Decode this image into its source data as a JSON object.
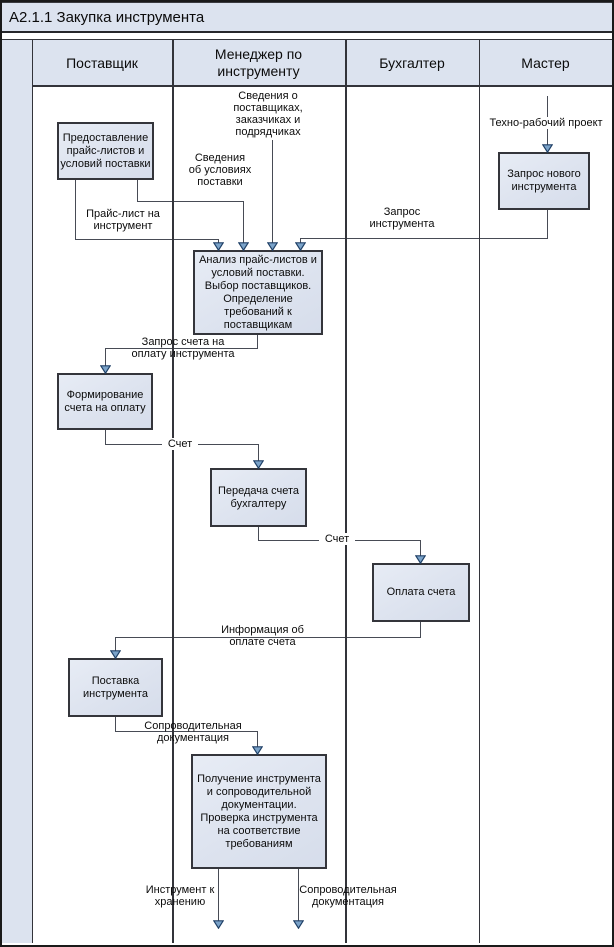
{
  "title": "А2.1.1 Закупка инструмента",
  "lanes": [
    "Поставщик",
    "Менеджер по\nинструменту",
    "Бухгалтер",
    "Мастер"
  ],
  "boxes": {
    "provide_pricelists": "Предоставление\nпрайс-листов и\nусловий поставки",
    "request_new_tool": "Запрос нового\nинструмента",
    "analyze": "Анализ прайс-листов и\nусловий поставки.\nВыбор поставщиков.\nОпределение\nтребований к\nпоставщикам",
    "form_invoice": "Формирование\nсчета на оплату",
    "transfer_invoice": "Передача счета\nбухгалтеру",
    "pay_invoice": "Оплата счета",
    "delivery": "Поставка\nинструмента",
    "receive_check": "Получение инструмента\nи сопроводительной\nдокументации.\nПроверка инструмента\nна соответствие\nтребованиям"
  },
  "labels": {
    "suppliers_info": "Сведения о\nпоставщиках,\nзаказчиках и\nподрядчиках",
    "conditions_info": "Сведения\nоб условиях\nпоставки",
    "pricelist": "Прайс-лист на\nинструмент",
    "tool_request": "Запрос\nинструмента",
    "techno_project": "Техно-рабочий проект",
    "invoice_request": "Запрос счета на\nоплату инструмента",
    "invoice_1": "Счет",
    "invoice_2": "Счет",
    "payment_info": "Информация об\nоплате счета",
    "accompanying_docs_in": "Сопроводительная\nдокументация",
    "tool_to_storage": "Инструмент к\nхранению",
    "accompanying_docs_out": "Сопроводительная\nдокументация"
  },
  "colors": {
    "lane_header_fill": "#dce3ef",
    "process_box_fill": "#dfe5f1",
    "border": "#33343a",
    "connector_line": "#474b55",
    "arrowhead_fill": "#7ba3c9",
    "arrowhead_stroke": "#1e3f66"
  }
}
